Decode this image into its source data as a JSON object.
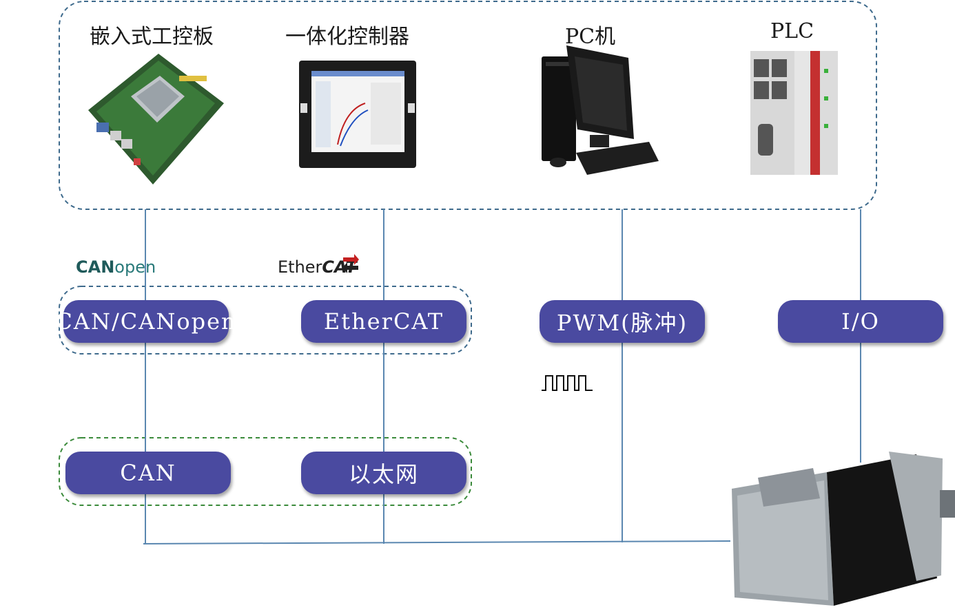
{
  "devices": {
    "embedded_board": "嵌入式工控板",
    "integrated_controller": "一体化控制器",
    "pc": "PC机",
    "plc": "PLC"
  },
  "buses": {
    "canopen": "CAN/CANopen",
    "ethercat": "EtherCAT",
    "pwm": "PWM(脉冲)",
    "io": "I/O",
    "can": "CAN",
    "ethernet": "以太网"
  },
  "logos": {
    "canopen_can": "CAN",
    "canopen_open": "open",
    "ethercat_ether": "Ether",
    "ethercat_cat": "CAT"
  },
  "colors": {
    "pill": "#4a4aa0",
    "blue_dash": "#3e6a8c",
    "green_dash": "#3a8a3a",
    "line": "#5a87b0"
  }
}
